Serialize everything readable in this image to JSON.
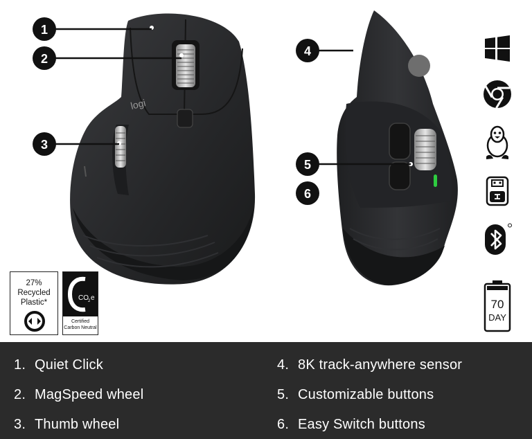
{
  "callouts": [
    {
      "number": "1",
      "label": "Quiet Click"
    },
    {
      "number": "2",
      "label": "MagSpeed wheel"
    },
    {
      "number": "3",
      "label": "Thumb wheel"
    },
    {
      "number": "4",
      "label": "8K track-anywhere sensor"
    },
    {
      "number": "5",
      "label": "Customizable buttons"
    },
    {
      "number": "6",
      "label": "Easy Switch buttons"
    }
  ],
  "legend": {
    "left": [
      {
        "number": "1.",
        "label": "Quiet Click"
      },
      {
        "number": "2.",
        "label": "MagSpeed wheel"
      },
      {
        "number": "3.",
        "label": "Thumb wheel"
      }
    ],
    "right": [
      {
        "number": "4.",
        "label": "8K track-anywhere sensor"
      },
      {
        "number": "5.",
        "label": "Customizable buttons"
      },
      {
        "number": "6.",
        "label": "Easy Switch buttons"
      }
    ]
  },
  "mouse_brand": "logi",
  "compatibility_icons": [
    "windows-icon",
    "chrome-icon",
    "linux-icon",
    "usb-receiver-icon",
    "bluetooth-icon"
  ],
  "battery": {
    "value": "70",
    "unit": "DAY"
  },
  "badges": {
    "recycled_line1": "27%",
    "recycled_line2": "Recycled",
    "recycled_line3": "Plastic*",
    "co2_label": "CO",
    "co2_sub": "2",
    "co2_suffix": "e",
    "certified_line1": "Certified",
    "certified_line2": "Carbon Neutral"
  },
  "colors": {
    "legend_bg": "#2b2b2b",
    "mouse_body": "#2a2b2d",
    "led": "#2ecc40"
  }
}
